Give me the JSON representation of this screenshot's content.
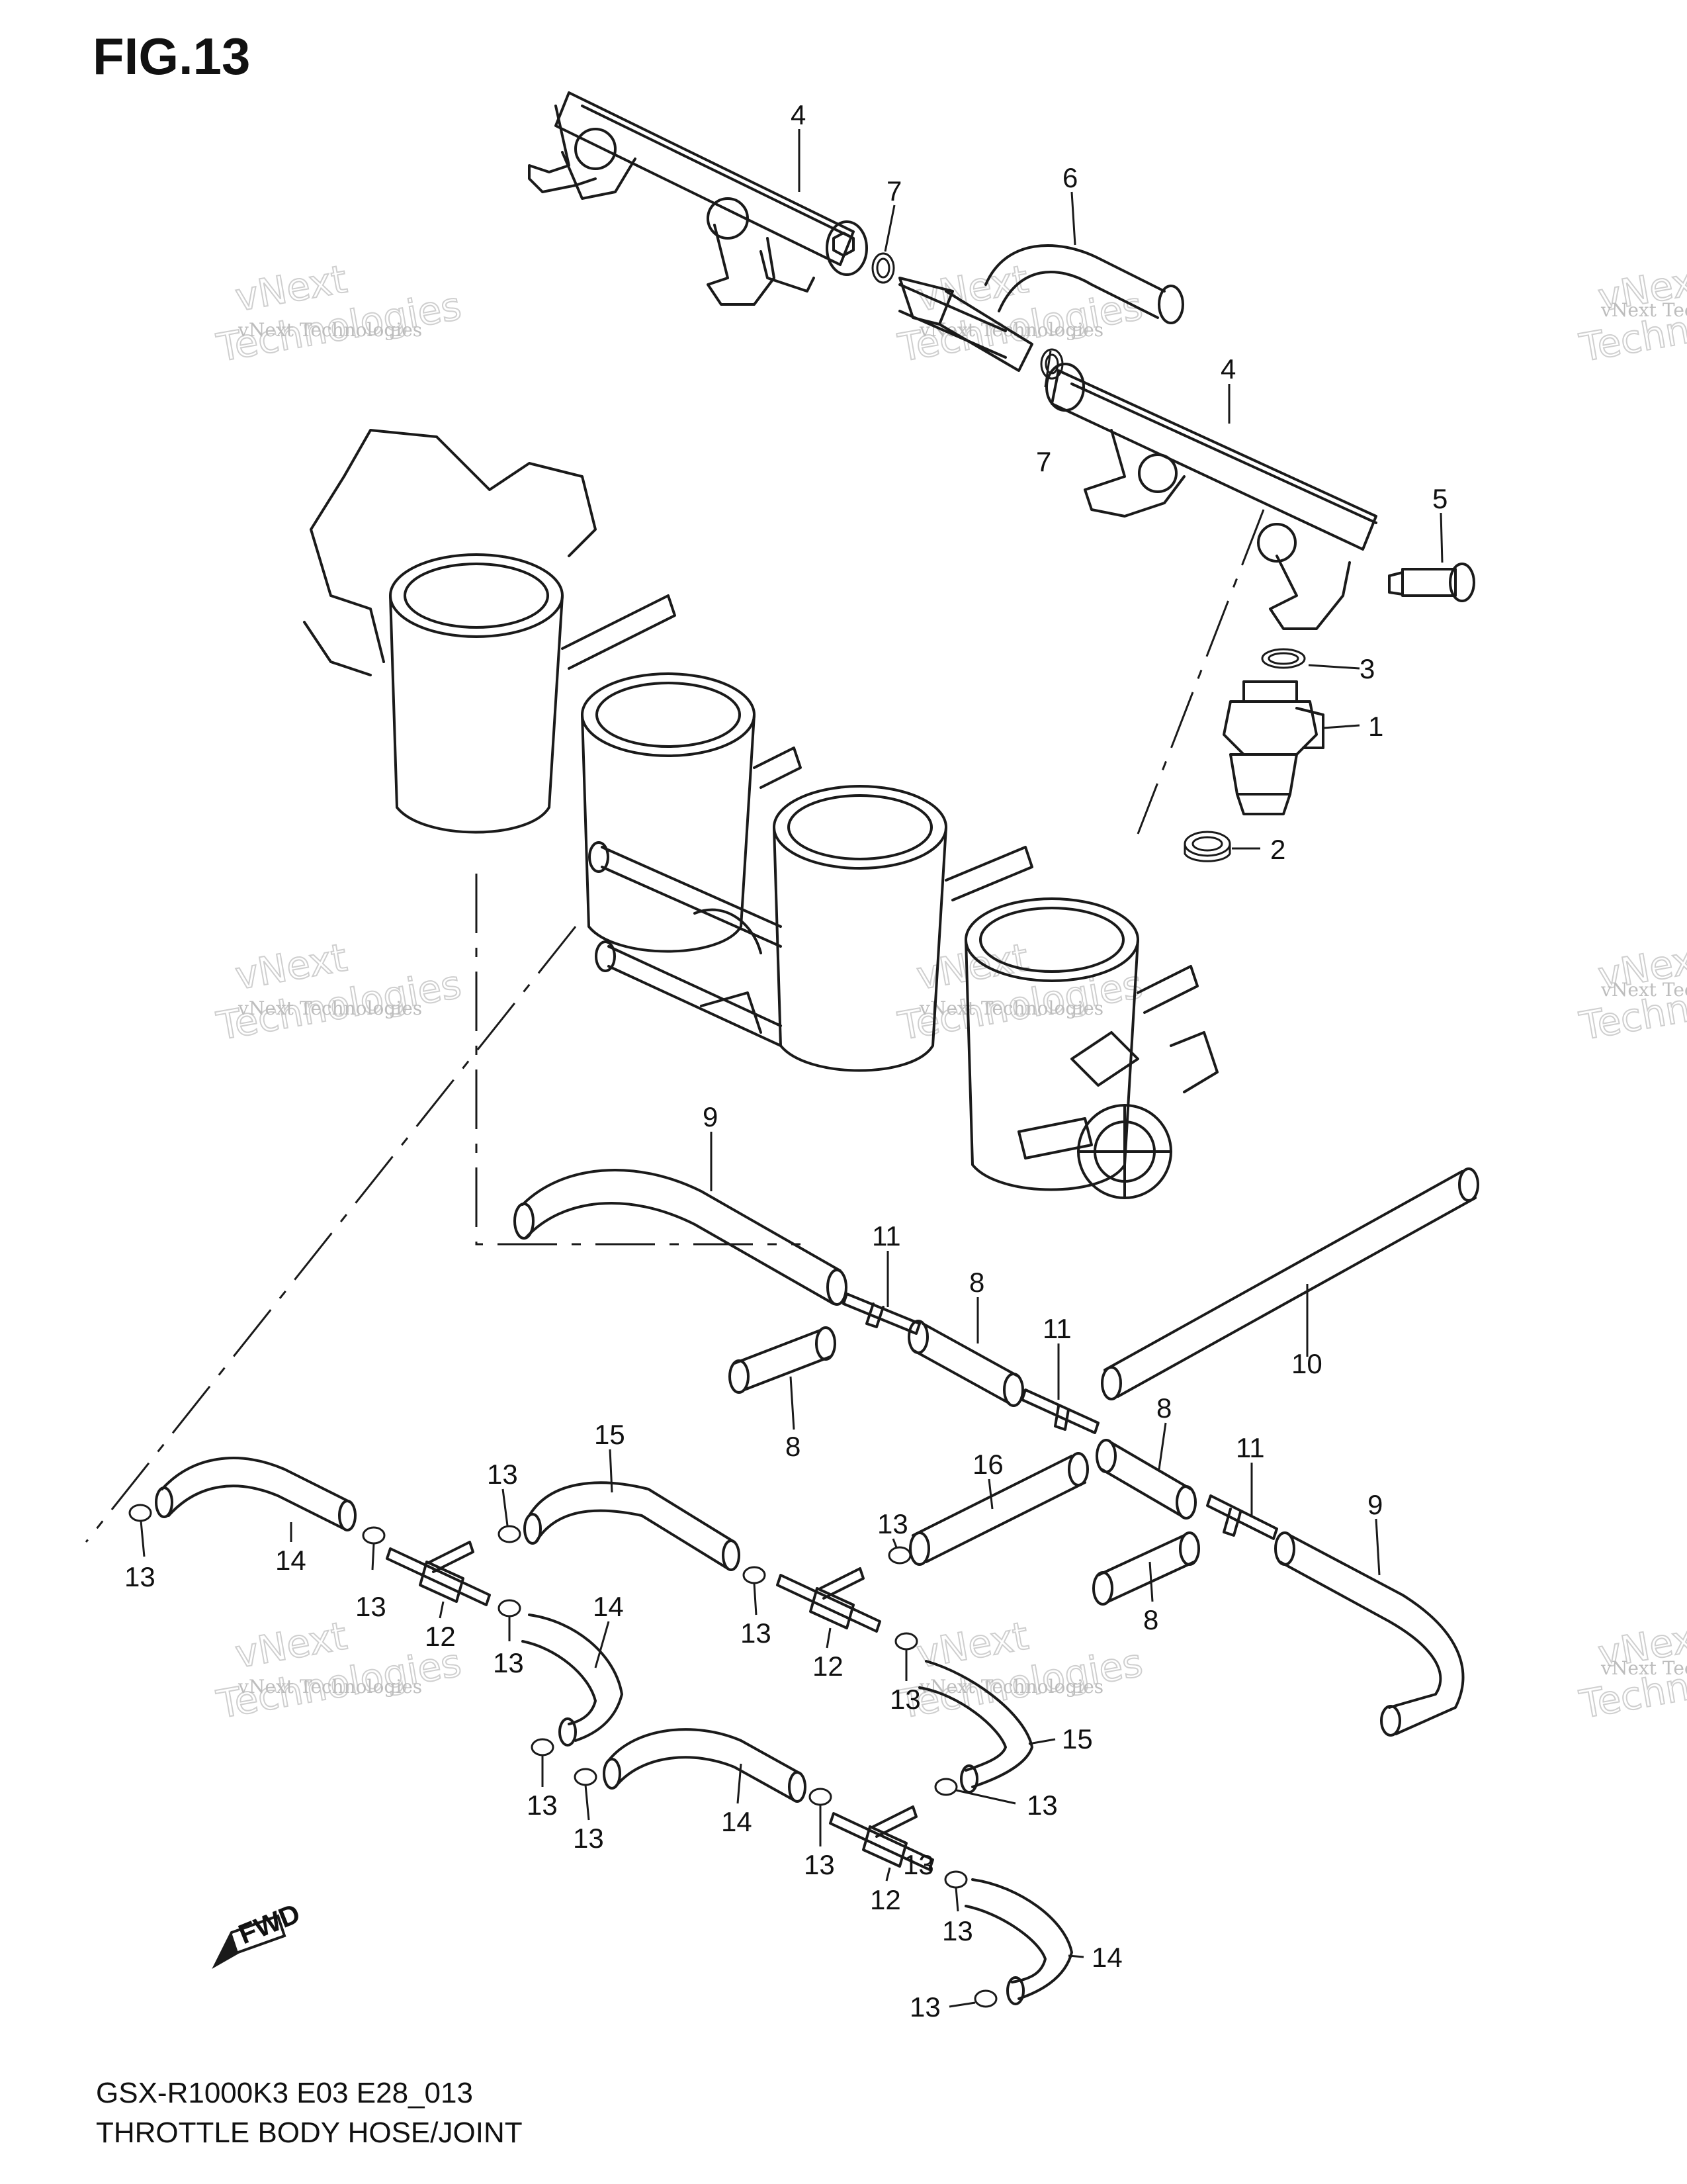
{
  "figure_title": "FIG.13",
  "caption_line1": "GSX-R1000K3 E03 E28_013",
  "caption_line2": "THROTTLE BODY HOSE/JOINT",
  "fwd_label": "FWD",
  "watermark_small": "vNext Technologies",
  "watermark_big": "Technologies",
  "watermark_top": "vNext",
  "callouts": [
    {
      "id": "c4a",
      "label": "4"
    },
    {
      "id": "c7a",
      "label": "7"
    },
    {
      "id": "c6",
      "label": "6"
    },
    {
      "id": "c4b",
      "label": "4"
    },
    {
      "id": "c7b",
      "label": "7"
    },
    {
      "id": "c5",
      "label": "5"
    },
    {
      "id": "c3",
      "label": "3"
    },
    {
      "id": "c1",
      "label": "1"
    },
    {
      "id": "c2",
      "label": "2"
    },
    {
      "id": "c9a",
      "label": "9"
    },
    {
      "id": "c11a",
      "label": "11"
    },
    {
      "id": "c8a",
      "label": "8"
    },
    {
      "id": "c11b",
      "label": "11"
    },
    {
      "id": "c10",
      "label": "10"
    },
    {
      "id": "c8b",
      "label": "8"
    },
    {
      "id": "c8c",
      "label": "8"
    },
    {
      "id": "c11c",
      "label": "11"
    },
    {
      "id": "c9b",
      "label": "9"
    },
    {
      "id": "c8d",
      "label": "8"
    },
    {
      "id": "c15a",
      "label": "15"
    },
    {
      "id": "c16",
      "label": "16"
    },
    {
      "id": "c13a",
      "label": "13"
    },
    {
      "id": "c13b",
      "label": "13"
    },
    {
      "id": "c14a",
      "label": "14"
    },
    {
      "id": "c13c",
      "label": "13"
    },
    {
      "id": "c12a",
      "label": "12"
    },
    {
      "id": "c13d",
      "label": "13"
    },
    {
      "id": "c14b",
      "label": "14"
    },
    {
      "id": "c13e",
      "label": "13"
    },
    {
      "id": "c12b",
      "label": "12"
    },
    {
      "id": "c13f",
      "label": "13"
    },
    {
      "id": "c13g",
      "label": "13"
    },
    {
      "id": "c15b",
      "label": "15"
    },
    {
      "id": "c13h",
      "label": "13"
    },
    {
      "id": "c13i",
      "label": "13"
    },
    {
      "id": "c13j",
      "label": "13"
    },
    {
      "id": "c14c",
      "label": "14"
    },
    {
      "id": "c13k",
      "label": "13"
    },
    {
      "id": "c12c",
      "label": "12"
    },
    {
      "id": "c13l",
      "label": "13"
    },
    {
      "id": "c13m",
      "label": "13"
    },
    {
      "id": "c14d",
      "label": "14"
    },
    {
      "id": "c13n",
      "label": "13"
    }
  ]
}
